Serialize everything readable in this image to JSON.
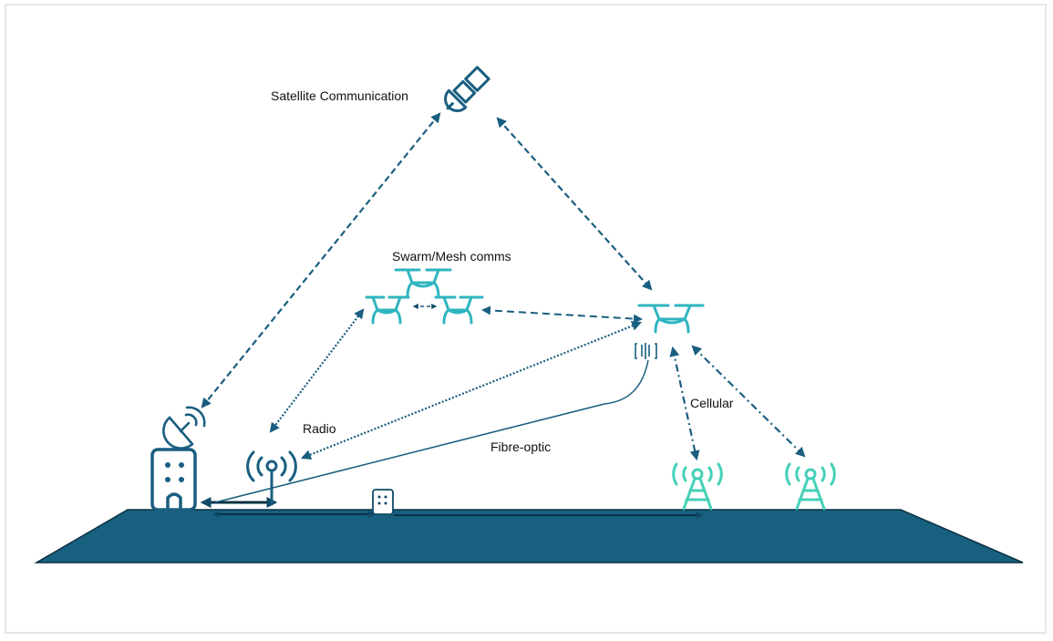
{
  "colors": {
    "dark_blue": "#1a5e80",
    "navy": "#0f4a66",
    "ground": "#17607f",
    "ground_outline": "#0b3044",
    "teal": "#2fb5bf",
    "mint": "#45d1b8",
    "text": "#111111",
    "frame_border": "#e6e6e6"
  },
  "labels": {
    "satellite": "Satellite Communication",
    "swarm": "Swarm/Mesh comms",
    "radio": "Radio",
    "fibre": "Fibre-optic",
    "cellular": "Cellular"
  },
  "nodes": [
    {
      "id": "satellite",
      "icon": "satellite-icon"
    },
    {
      "id": "swarm-drones",
      "icon": "drone-icon",
      "count": 3
    },
    {
      "id": "lead-drone",
      "icon": "drone-icon"
    },
    {
      "id": "fibre-spool",
      "icon": "fibre-spool-icon"
    },
    {
      "id": "ground-station",
      "icon": "building-icon"
    },
    {
      "id": "satellite-dish",
      "icon": "satellite-dish-icon"
    },
    {
      "id": "radio-antenna",
      "icon": "radio-antenna-icon"
    },
    {
      "id": "relay-box",
      "icon": "relay-box-icon"
    },
    {
      "id": "cell-tower-1",
      "icon": "cell-tower-icon"
    },
    {
      "id": "cell-tower-2",
      "icon": "cell-tower-icon"
    }
  ],
  "links": [
    {
      "from": "satellite",
      "to": "satellite-dish",
      "style": "dashed",
      "type": "Satellite"
    },
    {
      "from": "satellite",
      "to": "lead-drone",
      "style": "dashed",
      "type": "Satellite"
    },
    {
      "from": "swarm-drones",
      "to": "lead-drone",
      "style": "dashed",
      "type": "Mesh"
    },
    {
      "from": "swarm-drones",
      "to": "radio-antenna",
      "style": "dotted",
      "type": "Radio"
    },
    {
      "from": "lead-drone",
      "to": "radio-antenna",
      "style": "dotted",
      "type": "Radio"
    },
    {
      "from": "fibre-spool",
      "to": "ground-station",
      "style": "solid",
      "type": "Fibre-optic"
    },
    {
      "from": "lead-drone",
      "to": "cell-tower-1",
      "style": "dash-dot",
      "type": "Cellular"
    },
    {
      "from": "lead-drone",
      "to": "cell-tower-2",
      "style": "dash-dot",
      "type": "Cellular"
    }
  ]
}
